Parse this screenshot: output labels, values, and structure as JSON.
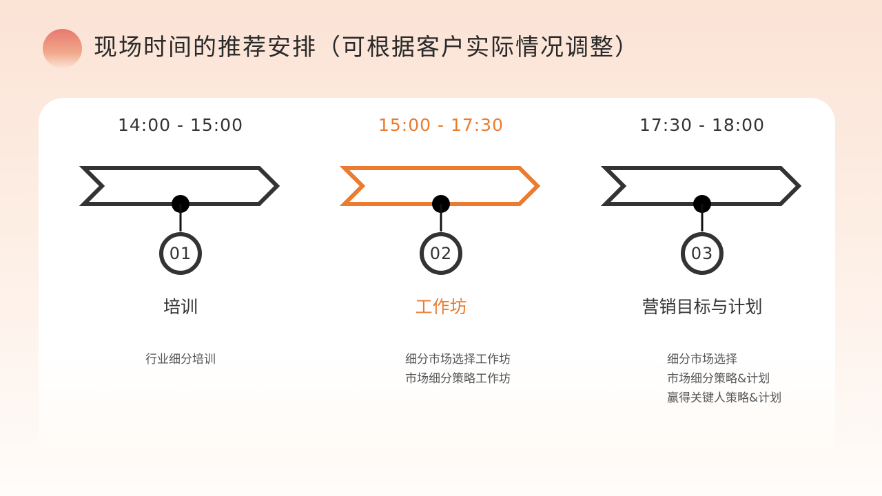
{
  "header": {
    "title": "现场时间的推荐安排（可根据客户实际情况调整）"
  },
  "colors": {
    "accent": "#EA7B2F",
    "dark": "#333333",
    "text_muted": "#555555",
    "background": "#FBE3D5"
  },
  "steps": [
    {
      "time": "14:00 - 15:00",
      "number": "01",
      "title": "培训",
      "details": [
        "行业细分培训"
      ],
      "active": false
    },
    {
      "time": "15:00 - 17:30",
      "number": "02",
      "title": "工作坊",
      "details": [
        "细分市场选择工作坊",
        "市场细分策略工作坊"
      ],
      "active": true
    },
    {
      "time": "17:30 - 18:00",
      "number": "03",
      "title": "营销目标与计划",
      "details": [
        "细分市场选择",
        "市场细分策略&计划",
        "赢得关键人策略&计划"
      ],
      "active": false
    }
  ]
}
